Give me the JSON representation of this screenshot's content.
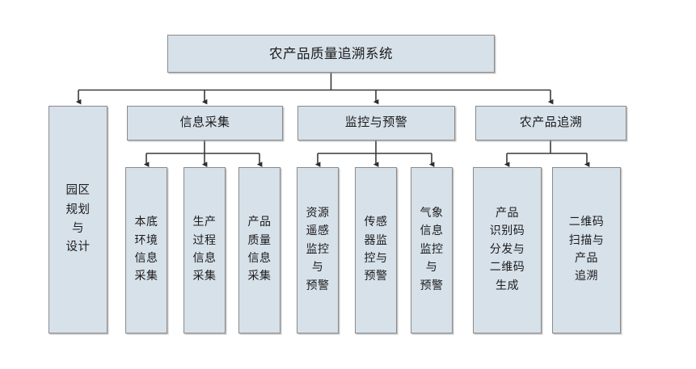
{
  "diagram": {
    "title": "农产品质量追溯系统",
    "type": "hierarchy-tree",
    "colors": {
      "node_fill": "#d7e1ea",
      "node_border": "#8a8a8a",
      "connector": "#3a3a3a",
      "canvas": "#ffffff",
      "text": "#1b1b1b"
    },
    "root": {
      "label": "农产品质量追溯系统"
    },
    "branches": [
      {
        "label": "园区\n规划\n与\n设计",
        "plain": "园区规划与设计",
        "children": []
      },
      {
        "label": "信息采集",
        "plain": "信息采集",
        "children": [
          {
            "label": "本底\n环境\n信息\n采集",
            "plain": "本底环境信息采集"
          },
          {
            "label": "生产\n过程\n信息\n采集",
            "plain": "生产过程信息采集"
          },
          {
            "label": "产品\n质量\n信息\n采集",
            "plain": "产品质量信息采集"
          }
        ]
      },
      {
        "label": "监控与预警",
        "plain": "监控与预警",
        "children": [
          {
            "label": "资源\n遥感\n监控\n与\n预警",
            "plain": "资源遥感监控与预警"
          },
          {
            "label": "传感\n器监\n控与\n预警",
            "plain": "传感器监控与预警"
          },
          {
            "label": "气象\n信息\n监控\n与\n预警",
            "plain": "气象信息监控与预警"
          }
        ]
      },
      {
        "label": "农产品追溯",
        "plain": "农产品追溯",
        "children": [
          {
            "label": "产品\n识别码\n分发与\n二维码\n生成",
            "plain": "产品识别码分发与二维码生成"
          },
          {
            "label": "二维码\n扫描与\n产品\n追溯",
            "plain": "二维码扫描与产品追溯"
          }
        ]
      }
    ]
  }
}
